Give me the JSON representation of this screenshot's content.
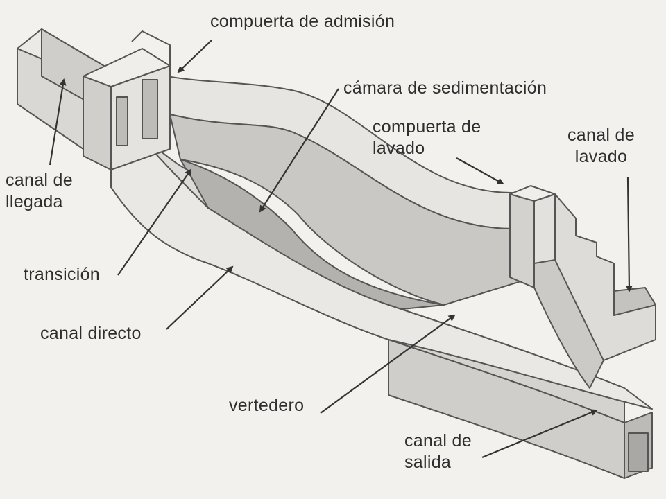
{
  "labels": {
    "compuerta_admision": "compuerta de admisión",
    "camara_sedimentacion": "cámara de  sedimentación",
    "compuerta_lavado": [
      "compuerta de",
      "lavado"
    ],
    "canal_lavado": [
      "canal de",
      "lavado"
    ],
    "canal_llegada": [
      "canal de",
      "llegada"
    ],
    "transicion": "transición",
    "canal_directo": "canal directo",
    "vertedero": "vertedero",
    "canal_salida": [
      "canal de",
      "salida"
    ]
  }
}
